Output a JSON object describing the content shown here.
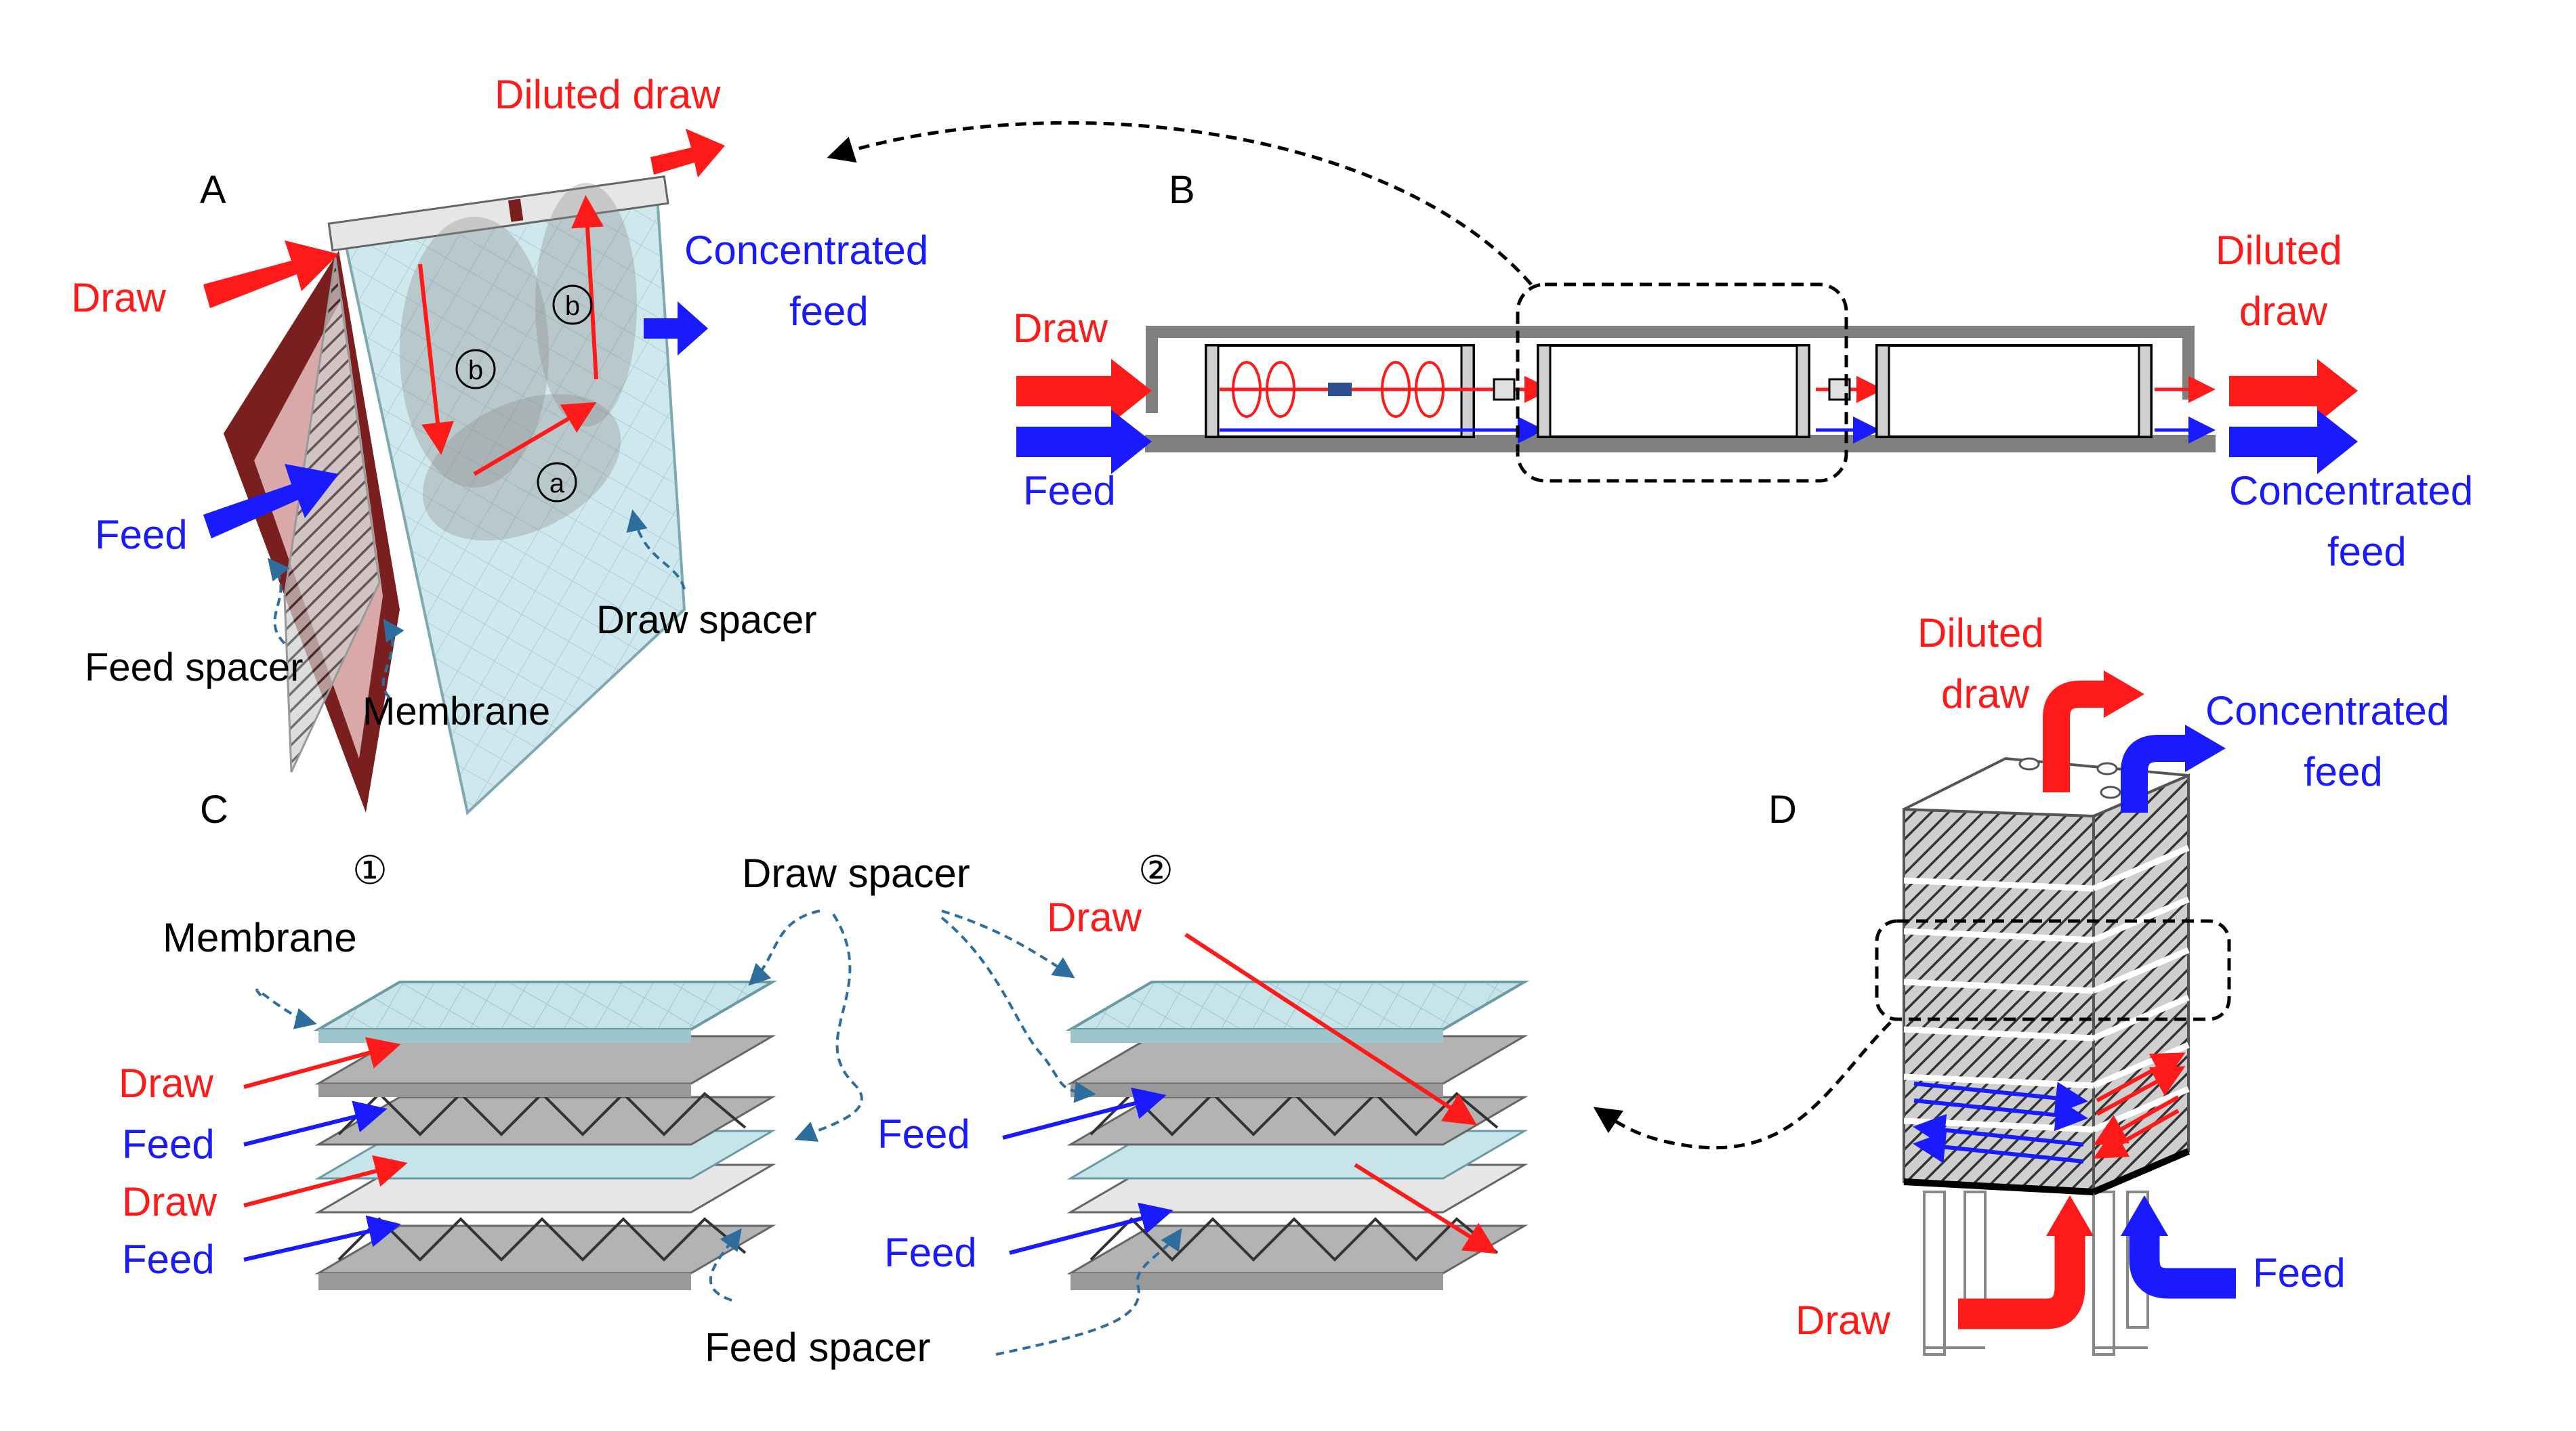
{
  "colors": {
    "draw": "#ff1a1a",
    "feed": "#1a1aff",
    "guide": "#2e6e9e",
    "membrane": "#b7dce2",
    "spacer": "#bfbfbf",
    "frame": "#7a1f1f"
  },
  "panels": {
    "a": {
      "letter": "A",
      "draw": "Draw",
      "feed": "Feed",
      "diluted_draw": "Diluted draw",
      "concentrated_1": "Concentrated",
      "concentrated_2": "feed",
      "feed_spacer": "Feed spacer",
      "membrane": "Membrane",
      "draw_spacer": "Draw spacer",
      "mark_a": "a",
      "mark_b1": "b",
      "mark_b2": "b"
    },
    "b": {
      "letter": "B",
      "draw": "Draw",
      "feed": "Feed",
      "diluted_1": "Diluted",
      "diluted_2": "draw",
      "concentrated_1": "Concentrated",
      "concentrated_2": "feed"
    },
    "c": {
      "letter": "C",
      "num_1": "①",
      "num_2": "②",
      "membrane": "Membrane",
      "draw_spacer": "Draw spacer",
      "feed_spacer": "Feed spacer",
      "s1_draw_1": "Draw",
      "s1_feed_1": "Feed",
      "s1_draw_2": "Draw",
      "s1_feed_2": "Feed",
      "s2_draw": "Draw",
      "s2_feed_1": "Feed",
      "s2_feed_2": "Feed"
    },
    "d": {
      "letter": "D",
      "diluted_1": "Diluted",
      "diluted_2": "draw",
      "concentrated_1": "Concentrated",
      "concentrated_2": "feed",
      "draw": "Draw",
      "feed": "Feed"
    }
  }
}
